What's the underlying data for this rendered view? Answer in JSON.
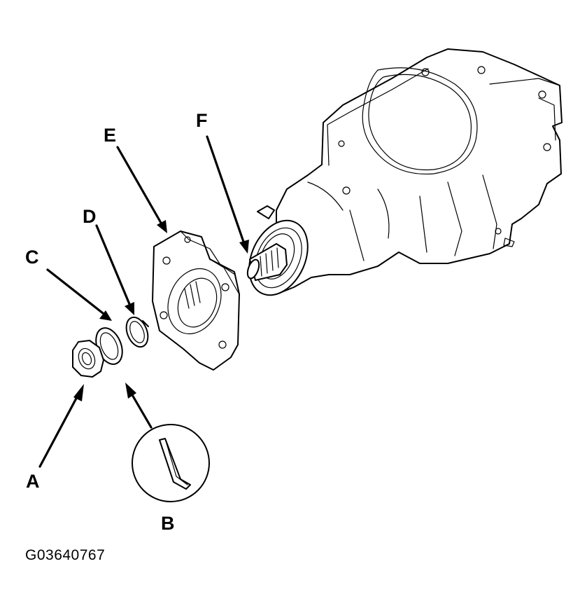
{
  "diagram": {
    "callouts": {
      "a": "A",
      "b": "B",
      "c": "C",
      "d": "D",
      "e": "E",
      "f": "F"
    },
    "figure_code": "G03640767"
  }
}
